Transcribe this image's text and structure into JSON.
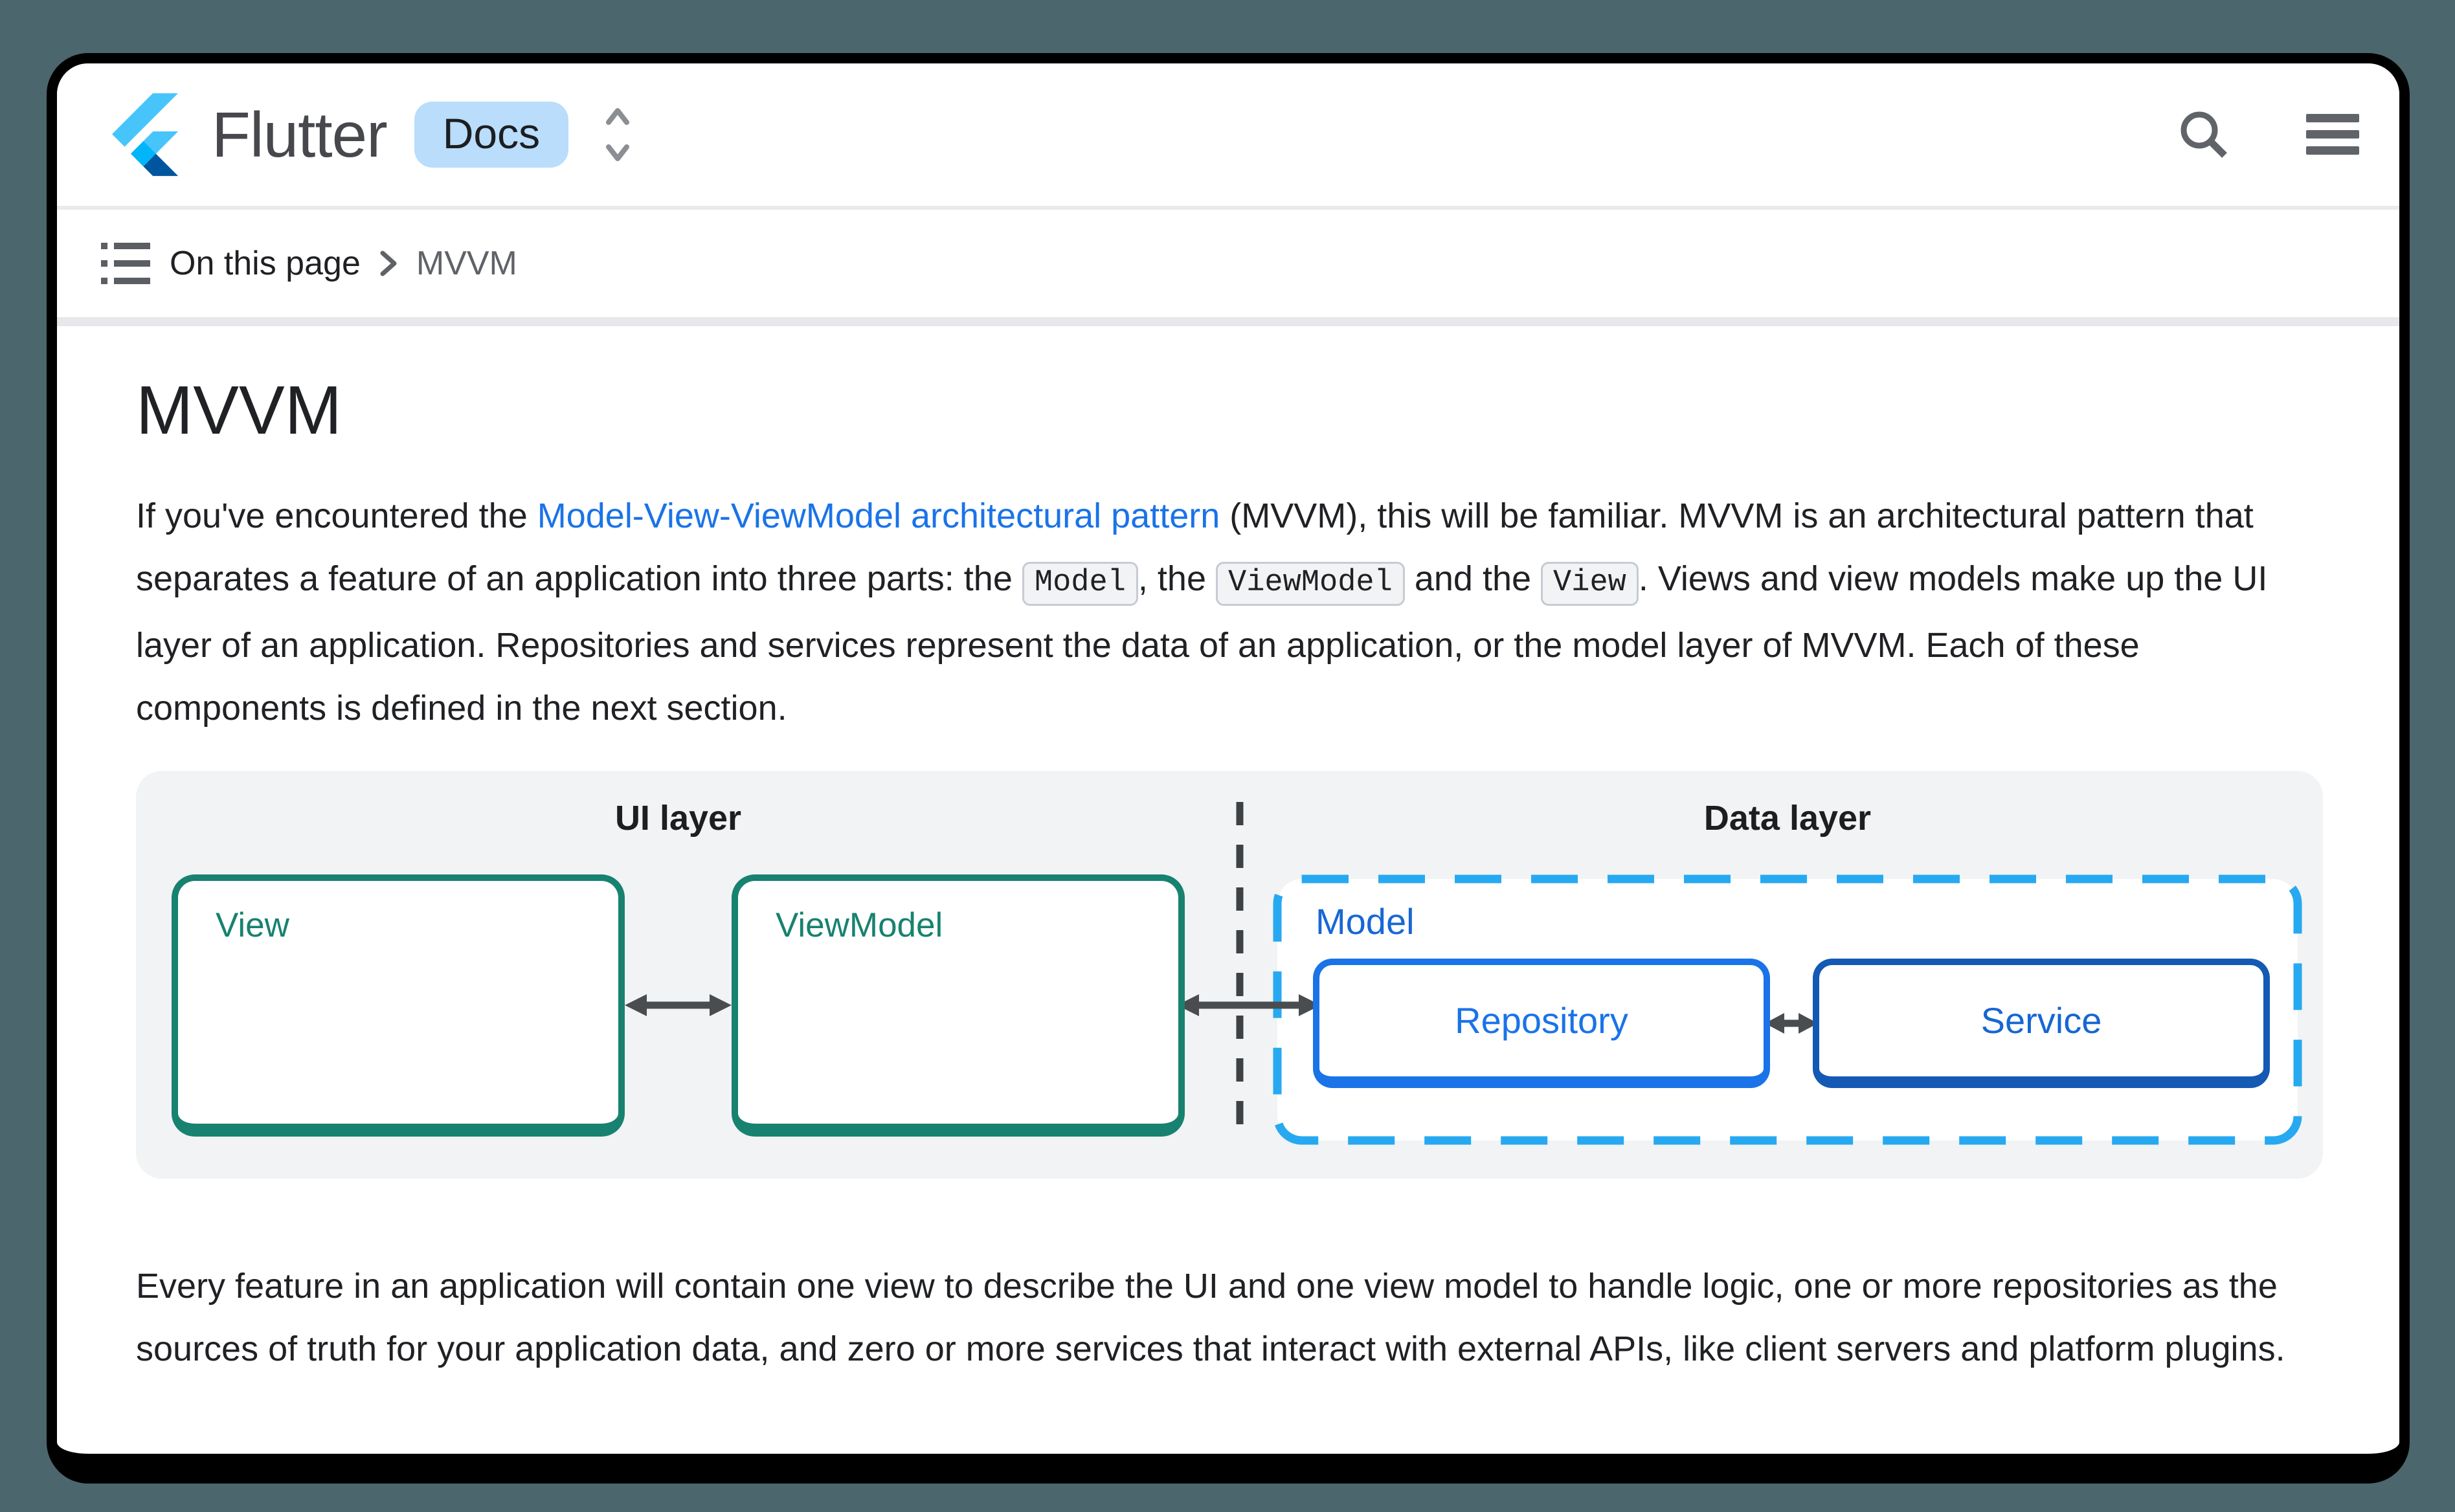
{
  "page": {
    "background_color": "#4C666D",
    "card_background": "#FFFFFF",
    "card_border_color": "#000000"
  },
  "header": {
    "brand": "Flutter",
    "badge": "Docs",
    "icons": {
      "logo": "flutter-logo",
      "selector": "unfold-more-icon",
      "search": "search-icon",
      "menu": "menu-icon"
    }
  },
  "breadcrumb": {
    "label": "On this page",
    "current": "MVVM",
    "icons": {
      "list": "toc-icon",
      "separator": "chevron-right-icon"
    }
  },
  "article": {
    "title": "MVVM",
    "intro_segments": [
      {
        "t": "text",
        "v": "If you've encountered the "
      },
      {
        "t": "link",
        "v": "Model-View-ViewModel architectural pattern"
      },
      {
        "t": "text",
        "v": " (MVVM), this will be familiar. MVVM is an architectural pattern that separates a feature of an application into three parts: the "
      },
      {
        "t": "code",
        "v": "Model"
      },
      {
        "t": "text",
        "v": ", the "
      },
      {
        "t": "code",
        "v": "ViewModel"
      },
      {
        "t": "text",
        "v": " and the "
      },
      {
        "t": "code",
        "v": "View"
      },
      {
        "t": "text",
        "v": ". Views and view models make up the UI layer of an application. Repositories and services represent the data of an application, or the model layer of MVVM. Each of these components is defined in the next section."
      }
    ],
    "outro": "Every feature in an application will contain one view to describe the UI and one view model to handle logic, one or more repositories as the sources of truth for your application data, and zero or more services that interact with external APIs, like client servers and platform plugins."
  },
  "diagram": {
    "ui_layer_label": "UI layer",
    "data_layer_label": "Data layer",
    "view_label": "View",
    "viewmodel_label": "ViewModel",
    "model_label": "Model",
    "repository_label": "Repository",
    "service_label": "Service",
    "colors": {
      "teal": "#17826F",
      "blue": "#1A73E8",
      "blue_dark": "#1459B4",
      "cyan_dashed": "#27A9F1",
      "panel_background": "#F1F3F4",
      "arrow": "#4A4D50",
      "divider_dashed": "#3E4144",
      "link": "#1A73E8",
      "badge_background": "#B9DDFB"
    }
  }
}
